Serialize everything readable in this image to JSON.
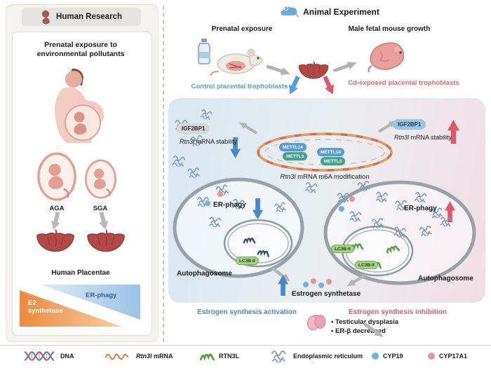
{
  "left": {
    "header": "Human Research",
    "subtitle_line1": "Prenatal exposure to",
    "subtitle_line2": "environmental pollutants",
    "aga": "AGA",
    "sga": "SGA",
    "placentae": "Human Placentae",
    "e2_line1": "E2",
    "e2_line2": "synthetase",
    "erphagy": "ER-phagy"
  },
  "right": {
    "header": "Animal Experiment",
    "prenatal": "Prenatal exposure",
    "male_growth": "Male fetal mouse growth",
    "control": "Control placental trophoblasts",
    "cd": "Cd-exposed placental trophoblasts",
    "igf2bp1": "IGF2BP1",
    "gene": "Rtn3l",
    "stability_rest": " mRNA stability",
    "m6a_rest": " mRNA m6A modification",
    "mettl14": "METTL14",
    "mettl3": "METTL3",
    "erphagy": "ER-phagy",
    "lc3b": "LC3B-II",
    "autophagosome": "Autophagosome",
    "estrogen": "Estrogen synthetase",
    "activation": "Estrogen synthesis activation",
    "inhibition": "Estrogen synthesis inhibition",
    "bullet1": "• Testicular dysplasia",
    "bullet2": "• ER-β decreased"
  },
  "legend": {
    "dna": "DNA",
    "mrna_gene": "Rtn3l",
    "mrna_rest": " mRNA",
    "rtn3l": "RTN3L",
    "er": "Endoplasmic reticulum",
    "cyp19": "CYP19",
    "cyp17a1": "CYP17A1"
  },
  "colors": {
    "control_blue": "#5b9bd5",
    "cd_red": "#e06b6b",
    "activation_blue": "#4a86c8",
    "inhibition_red": "#d95b6a",
    "mettl14": "#5b9bd5",
    "mettl3": "#45a08c",
    "lc3b_green": "#a9d18e",
    "cyp19": "#6fb3d9",
    "cyp17a1": "#e8958d",
    "er_phagy_wedge_blue": "#9dc3e6",
    "e2_wedge_orange": "#ed8a3f"
  }
}
